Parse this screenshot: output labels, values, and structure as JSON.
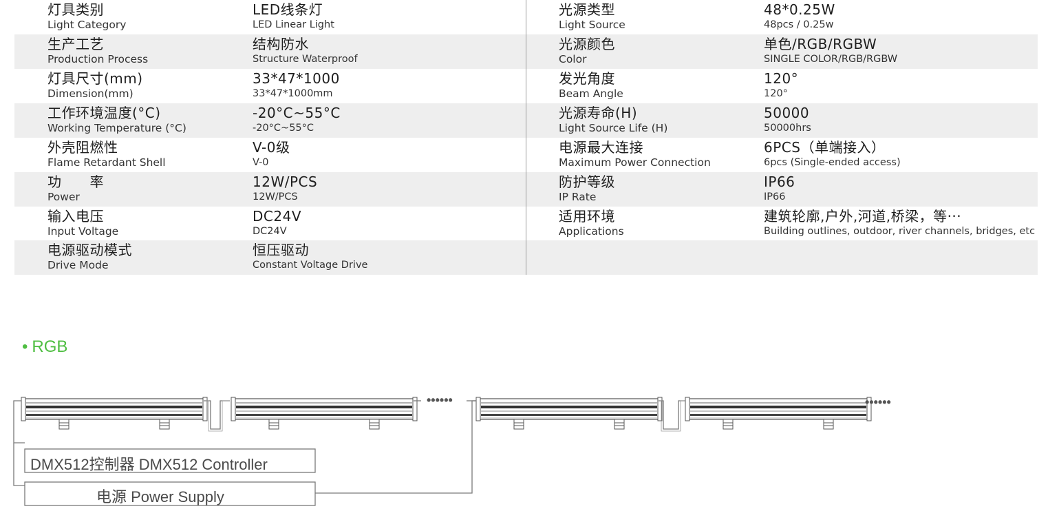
{
  "spec_rows": [
    {
      "zh1": "灯具类别",
      "en1": "Light Category",
      "v1zh": "LED线条灯",
      "v1en": "LED Linear Light",
      "zh2": "光源类型",
      "en2": "Light Source",
      "v2zh": "48*0.25W",
      "v2en": "48pcs / 0.25w"
    },
    {
      "zh1": "生产工艺",
      "en1": "Production Process",
      "v1zh": "结构防水",
      "v1en": "Structure Waterproof",
      "zh2": "光源颜色",
      "en2": "Color",
      "v2zh": "单色/RGB/RGBW",
      "v2en": "SINGLE COLOR/RGB/RGBW"
    },
    {
      "zh1": "灯具尺寸(mm)",
      "en1": "Dimension(mm)",
      "v1zh": "33*47*1000",
      "v1en": "33*47*1000mm",
      "zh2": "发光角度",
      "en2": "Beam Angle",
      "v2zh": "120°",
      "v2en": "120°"
    },
    {
      "zh1": "工作环境温度(°C)",
      "en1": "Working Temperature (°C)",
      "v1zh": "-20°C~55°C",
      "v1en": "-20°C~55°C",
      "zh2": "光源寿命(H)",
      "en2": "Light Source Life (H)",
      "v2zh": "50000",
      "v2en": "50000hrs"
    },
    {
      "zh1": "外壳阻燃性",
      "en1": "Flame Retardant Shell",
      "v1zh": "V-0级",
      "v1en": "V-0",
      "zh2": "电源最大连接",
      "en2": "Maximum Power Connection",
      "v2zh": "6PCS（单端接入）",
      "v2en": "6pcs (Single-ended access)"
    },
    {
      "zh1": "功　　率",
      "en1": "Power",
      "v1zh": "12W/PCS",
      "v1en": "12W/PCS",
      "zh2": "防护等级",
      "en2": "IP Rate",
      "v2zh": "IP66",
      "v2en": "IP66"
    },
    {
      "zh1": "输入电压",
      "en1": "Input Voltage",
      "v1zh": "DC24V",
      "v1en": "DC24V",
      "zh2": "适用环境",
      "en2": "Applications",
      "v2zh": "建筑轮廓,户外,河道,桥梁，等···",
      "v2en": "Building outlines, outdoor, river channels, bridges, etc"
    },
    {
      "zh1": "电源驱动模式",
      "en1": "Drive Mode",
      "v1zh": "恒压驱动",
      "v1en": "Constant Voltage Drive",
      "zh2": "",
      "en2": "",
      "v2zh": "",
      "v2en": ""
    }
  ],
  "wiring": {
    "title": "RGB",
    "bullet": "•",
    "ellipsis": "••••••",
    "controller_label": "DMX512控制器  DMX512 Controller",
    "power_label": "电源 Power Supply"
  },
  "colors": {
    "accent_green": "#4fbe42",
    "row_shade": "#eeeeee",
    "line_gray": "#7a7a7a"
  }
}
